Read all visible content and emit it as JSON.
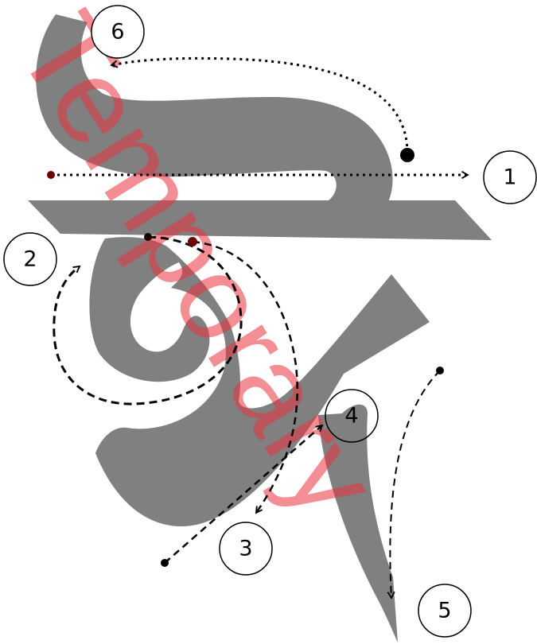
{
  "figure": {
    "glyph_color": "#808080",
    "watermark": {
      "text": "Temporary",
      "color": "#e8323c"
    },
    "stroke_labels": [
      {
        "id": "1",
        "label": "1"
      },
      {
        "id": "2",
        "label": "2"
      },
      {
        "id": "3",
        "label": "3"
      },
      {
        "id": "4",
        "label": "4"
      },
      {
        "id": "5",
        "label": "5"
      },
      {
        "id": "6",
        "label": "6"
      }
    ]
  }
}
